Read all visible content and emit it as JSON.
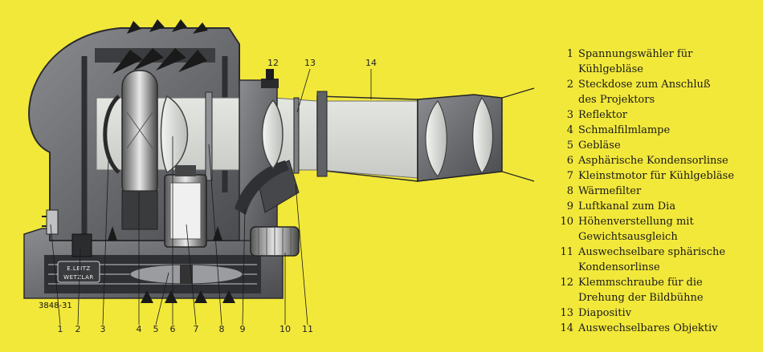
{
  "image": {
    "serial": "3848-31",
    "badge_top": "E.LEITZ",
    "badge_bottom": "WETZLAR"
  },
  "bottom_labels": [
    "1",
    "2",
    "3",
    "4",
    "5",
    "6",
    "7",
    "8",
    "9",
    "10",
    "11"
  ],
  "top_labels": [
    "12",
    "13",
    "14"
  ],
  "legend": [
    {
      "num": "1",
      "text": "Spannungswähler für\nKühlgebläse"
    },
    {
      "num": "2",
      "text": "Steckdose zum Anschluß\ndes Projektors"
    },
    {
      "num": "3",
      "text": "Reflektor"
    },
    {
      "num": "4",
      "text": "Schmalfilmlampe"
    },
    {
      "num": "5",
      "text": "Gebläse"
    },
    {
      "num": "6",
      "text": "Asphärische Kondensorlinse"
    },
    {
      "num": "7",
      "text": "Kleinstmotor für Kühlgebläse"
    },
    {
      "num": "8",
      "text": "Wärmefilter"
    },
    {
      "num": "9",
      "text": "Luftkanal zum Dia"
    },
    {
      "num": "10",
      "text": "Höhenverstellung mit\nGewichtsausgleich"
    },
    {
      "num": "11",
      "text": "Auswechselbare sphärische\nKondensorlinse"
    },
    {
      "num": "12",
      "text": "Klemmschraube für die\nDrehung der Bildbühne"
    },
    {
      "num": "13",
      "text": "Diapositiv"
    },
    {
      "num": "14",
      "text": "Auswechselbares Objektiv"
    }
  ],
  "colors": {
    "background": "#f2e83a",
    "housing": "#6e7074",
    "housing_dark": "#3e4044",
    "light_beam": "#d8dad6",
    "text": "#1a1a1a"
  }
}
